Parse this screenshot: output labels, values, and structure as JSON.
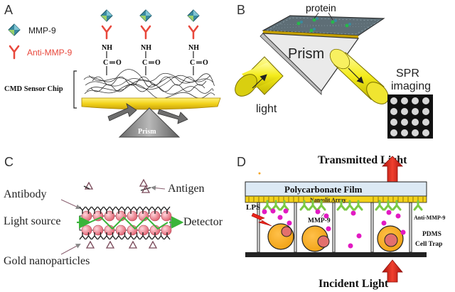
{
  "panels": {
    "a": {
      "letter": "A",
      "legend_mmp9": "MMP-9",
      "legend_anti": "Anti-MMP-9",
      "linker_nh": "NH",
      "linker_c": "C",
      "linker_o": "O",
      "chip_label": "CMD Sensor Chip",
      "prism_label": "Prism"
    },
    "b": {
      "letter": "B",
      "protein_label": "protein",
      "prism_label": "Prism",
      "light_label": "light",
      "spr_line1": "SPR",
      "spr_line2": "imaging"
    },
    "c": {
      "letter": "C",
      "antibody": "Antibody",
      "antigen": "Antigen",
      "light_source": "Light source",
      "detector": "Detector",
      "gold": "Gold nanoparticles"
    },
    "d": {
      "letter": "D",
      "transmitted": "Transmitted Light",
      "film": "Polycarbonate Film",
      "nanoslit": "Nanoslit Array",
      "lps": "LPS",
      "mmp9": "MMP-9",
      "anti": "Anti-MMP-9",
      "pdms1": "PDMS",
      "pdms2": "Cell Trap",
      "incident": "Incident Light"
    }
  },
  "colors": {
    "gold_layer": "#f2d21a",
    "prism_gray": "#8c8c8c",
    "antibody_red": "#e8473b",
    "mmp9_teal": "#3a8aa0",
    "light_yellow": "#f4ec1c",
    "nanoparticle_pink": "#e87a8a",
    "green_arrow": "#3ab43a",
    "antimmp9_green": "#7ac943",
    "magenta_dot": "#e21ac2",
    "cell_orange": "#f5a623",
    "film_blue": "#dce9f4",
    "red_arrow": "#d7261e"
  }
}
